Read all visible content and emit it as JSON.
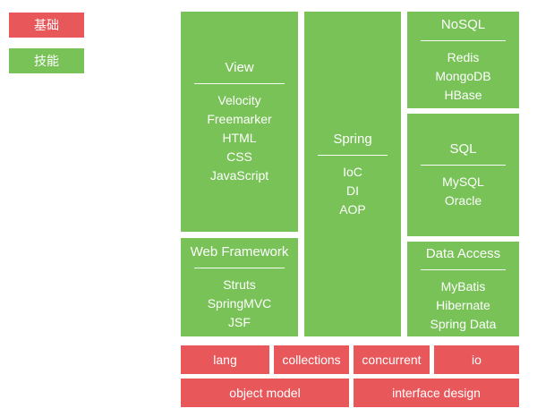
{
  "legend": {
    "basic_label": "基础",
    "skill_label": "技能"
  },
  "colors": {
    "basic_red": "#e8585b",
    "skill_green": "#78c257",
    "text": "#ffffff",
    "background": "#ffffff"
  },
  "skill_boxes": [
    {
      "title": "View",
      "items": [
        "Velocity",
        "Freemarker",
        "HTML",
        "CSS",
        "JavaScript"
      ]
    },
    {
      "title": "Spring",
      "items": [
        "IoC",
        "DI",
        "AOP"
      ]
    },
    {
      "title": "NoSQL",
      "items": [
        "Redis",
        "MongoDB",
        "HBase"
      ]
    },
    {
      "title": "SQL",
      "items": [
        "MySQL",
        "Oracle"
      ]
    },
    {
      "title": "Web Framework",
      "items": [
        "Struts",
        "SpringMVC",
        "JSF"
      ]
    },
    {
      "title": "Data Access",
      "items": [
        "MyBatis",
        "Hibernate",
        "Spring Data"
      ]
    }
  ],
  "basic_boxes": {
    "row1": [
      "lang",
      "collections",
      "concurrent",
      "io"
    ],
    "row2": [
      "object model",
      "interface design"
    ]
  }
}
